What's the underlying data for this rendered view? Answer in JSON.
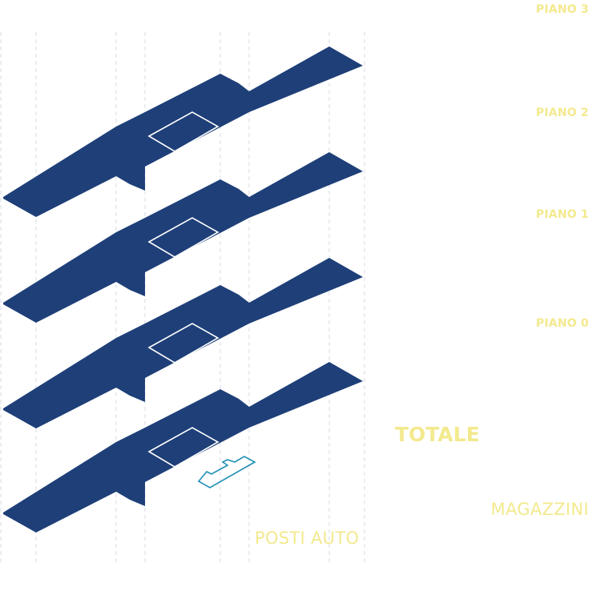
{
  "colors": {
    "floor_fill": "#1e3f78",
    "core_outline": "#ffffff",
    "parking_outline": "#1f8fb5",
    "label_text": "#f3e98e",
    "guide_lines": "#d7dbe3"
  },
  "floors": [
    {
      "label": "PIANO 3"
    },
    {
      "label": "PIANO 2"
    },
    {
      "label": "PIANO 1"
    },
    {
      "label": "PIANO 0"
    }
  ],
  "summary": {
    "total_label": "TOTALE",
    "storage_label": "MAGAZZINI",
    "parking_label": "POSTI AUTO"
  }
}
